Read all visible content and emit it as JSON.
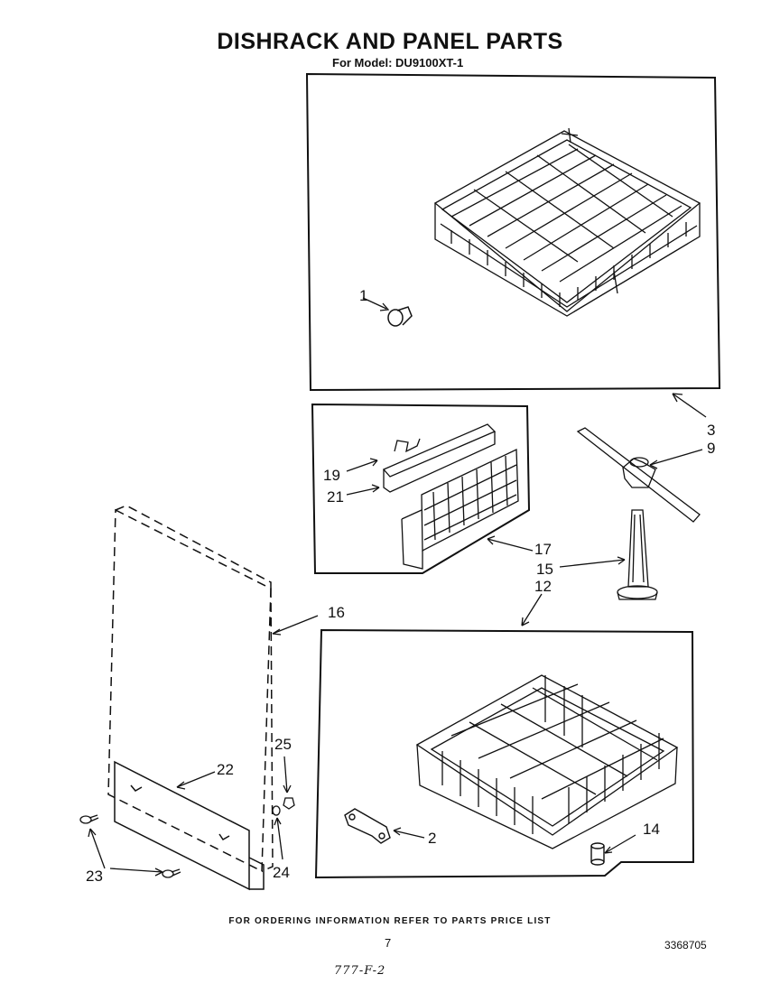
{
  "title": "DISHRACK AND PANEL PARTS",
  "subtitle": "For Model: DU9100XT-1",
  "callouts": {
    "c1": "1",
    "c2": "2",
    "c3": "3",
    "c9": "9",
    "c12": "12",
    "c14": "14",
    "c15": "15",
    "c16": "16",
    "c17": "17",
    "c19": "19",
    "c21": "21",
    "c22": "22",
    "c23": "23",
    "c24": "24",
    "c25": "25"
  },
  "footer": {
    "note": "FOR ORDERING INFORMATION REFER TO PARTS PRICE LIST",
    "page": "7",
    "doc_number": "3368705",
    "handwritten": "777-F-2"
  }
}
